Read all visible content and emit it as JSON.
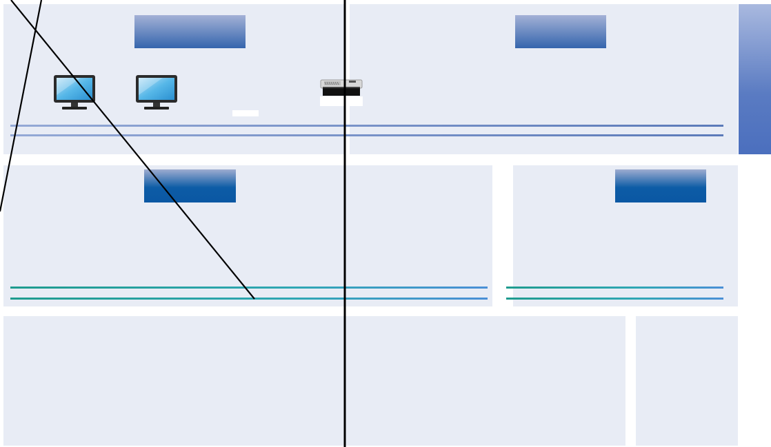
{
  "diagram": {
    "title": "",
    "zones": [
      {
        "id": "zone-top-left",
        "label": ""
      },
      {
        "id": "zone-top-right",
        "label": ""
      },
      {
        "id": "zone-middle-left",
        "label": ""
      },
      {
        "id": "zone-middle-right",
        "label": ""
      },
      {
        "id": "zone-bottom-left",
        "label": ""
      },
      {
        "id": "zone-bottom-right",
        "label": ""
      }
    ],
    "devices": [
      {
        "type": "monitor-icon",
        "label": ""
      },
      {
        "type": "monitor-icon",
        "label": ""
      },
      {
        "type": "printer-icon",
        "label": ""
      }
    ],
    "colors": {
      "zone_fill": "#e8ecf5",
      "bus_blue": "#5b7ab9",
      "bus_teal": "#1e9b8e",
      "header_blue": "#3565ad",
      "header_deep": "#0a57a3",
      "side_bar": "#4b6fbe",
      "connector": "#000000"
    }
  }
}
